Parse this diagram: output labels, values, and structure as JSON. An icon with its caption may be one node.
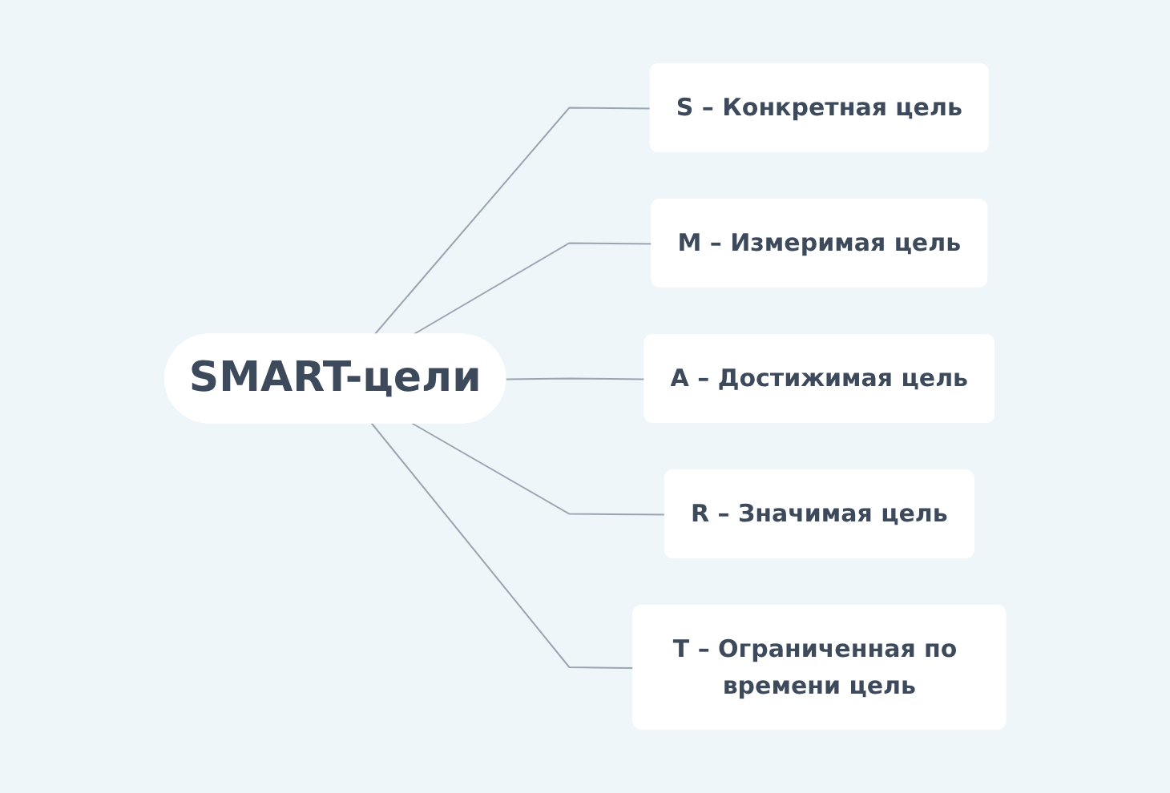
{
  "diagram": {
    "nodes": [
      {
        "text": [
          "SMART-цели"
        ]
      },
      {
        "text": [
          "S – Конкретная цель"
        ]
      },
      {
        "text": [
          "M – Измеримая цель"
        ]
      },
      {
        "text": [
          "A – Достижимая цель"
        ]
      },
      {
        "text": [
          "R – Значимая цель"
        ]
      },
      {
        "text": [
          "T – Ограниченная по времени цель"
        ]
      }
    ],
    "edges": [
      {
        "from": 0,
        "to": 1,
        "arrow": "none"
      },
      {
        "from": 0,
        "to": 2,
        "arrow": "none"
      },
      {
        "from": 0,
        "to": 3,
        "arrow": "none"
      },
      {
        "from": 0,
        "to": 4,
        "arrow": "none"
      },
      {
        "from": 0,
        "to": 5,
        "arrow": "none"
      }
    ]
  }
}
